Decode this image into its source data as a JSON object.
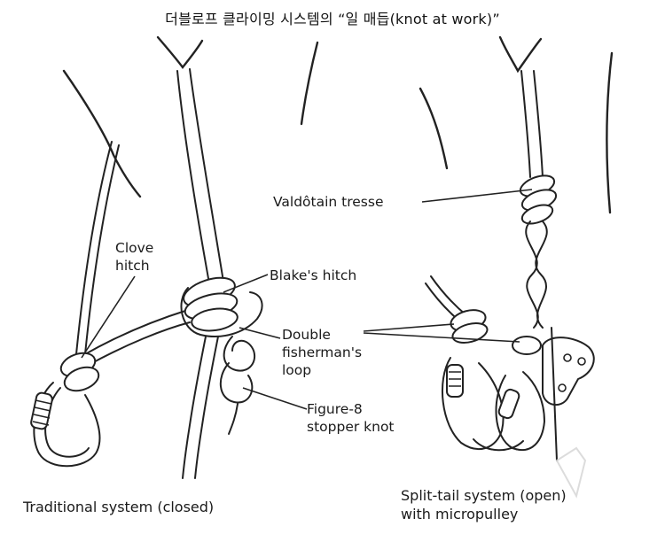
{
  "title": "더블로프 클라이밍 시스템의 “일 매듭(knot at work)”",
  "labels": {
    "clove_hitch": "Clove\nhitch",
    "blakes_hitch": "Blake's hitch",
    "double_fishermans_loop": "Double\nfisherman's\nloop",
    "figure8_stopper_knot": "Figure-8\nstopper knot",
    "valdotain_tresse": "Valdôtain tresse"
  },
  "captions": {
    "traditional": "Traditional system (closed)",
    "split_tail": "Split-tail system (open)\nwith micropulley"
  }
}
